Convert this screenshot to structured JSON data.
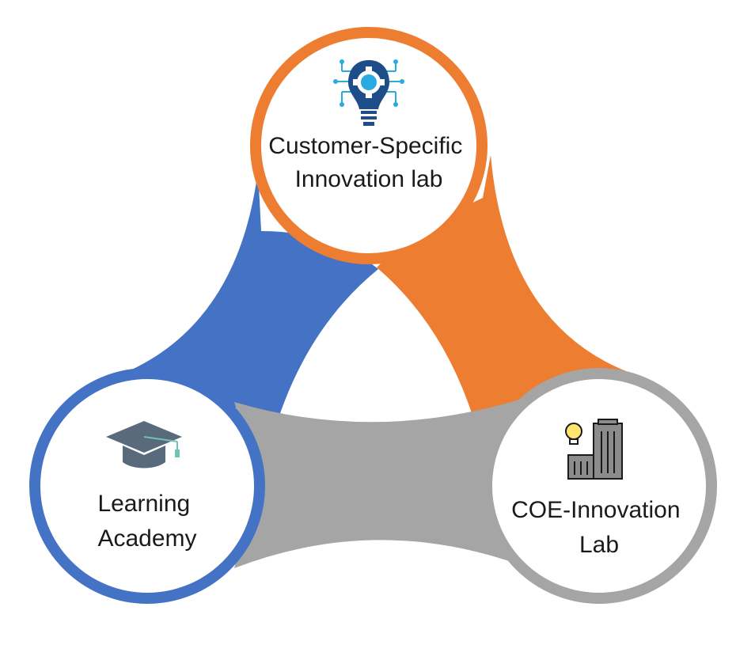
{
  "nodes": [
    {
      "id": "top",
      "lines": [
        "Customer-Specific",
        "Innovation lab"
      ],
      "ring_color": "#ED7D31",
      "icon": "lightbulb-gear-icon"
    },
    {
      "id": "left",
      "lines": [
        "Learning",
        "Academy"
      ],
      "ring_color": "#4472C4",
      "icon": "graduation-cap-icon"
    },
    {
      "id": "right",
      "lines": [
        "COE-Innovation",
        "Lab"
      ],
      "ring_color": "#A5A5A5",
      "icon": "lightbulb-building-icon"
    }
  ],
  "connectors": [
    {
      "id": "top-left",
      "color": "#4472C4"
    },
    {
      "id": "top-right",
      "color": "#ED7D31"
    },
    {
      "id": "left-right",
      "color": "#A5A5A5"
    }
  ],
  "icon_colors": {
    "lightbulb_blue": "#1D4E89",
    "lightbulb_cyan": "#29ABE2",
    "cap_gray": "#596A7C",
    "tassel_teal": "#6CC3B6",
    "bulb_yellow": "#FFE36E",
    "building_gray": "#8C8C8C"
  }
}
